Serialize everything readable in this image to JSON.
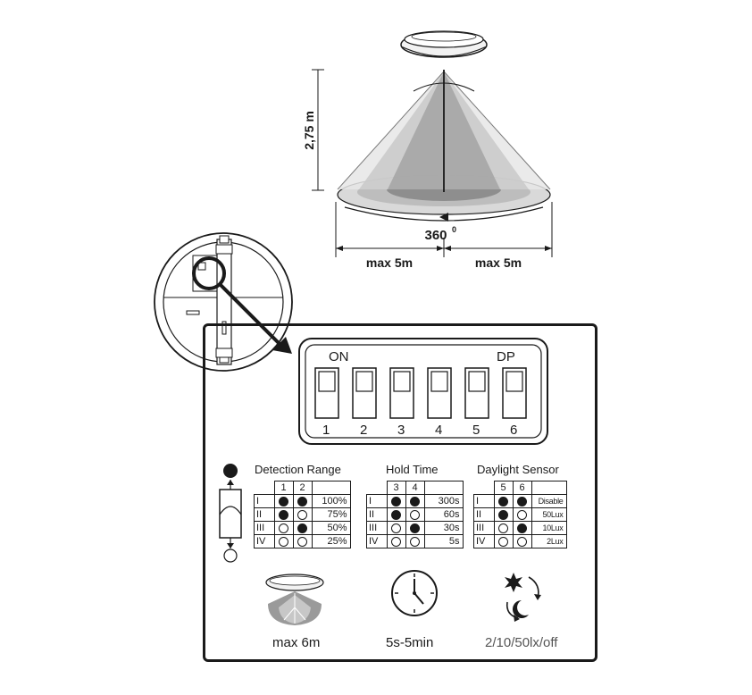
{
  "diagram": {
    "height_label": "2,75 m",
    "angle_label": "360",
    "angle_sup": "0",
    "left_range_label": "max 5m",
    "right_range_label": "max 5m"
  },
  "dip_switch": {
    "on_label": "ON",
    "dp_label": "DP",
    "numbers": [
      "1",
      "2",
      "3",
      "4",
      "5",
      "6"
    ]
  },
  "settings": {
    "detection": {
      "title": "Detection Range",
      "cols": [
        "1",
        "2"
      ],
      "rows": [
        {
          "roman": "I",
          "dots": [
            true,
            true
          ],
          "value": "100%"
        },
        {
          "roman": "II",
          "dots": [
            true,
            false
          ],
          "value": "75%"
        },
        {
          "roman": "III",
          "dots": [
            false,
            true
          ],
          "value": "50%"
        },
        {
          "roman": "IV",
          "dots": [
            false,
            false
          ],
          "value": "25%"
        }
      ]
    },
    "hold": {
      "title": "Hold Time",
      "cols": [
        "3",
        "4"
      ],
      "rows": [
        {
          "roman": "I",
          "dots": [
            true,
            true
          ],
          "value": "300s"
        },
        {
          "roman": "II",
          "dots": [
            true,
            false
          ],
          "value": "60s"
        },
        {
          "roman": "III",
          "dots": [
            false,
            true
          ],
          "value": "30s"
        },
        {
          "roman": "IV",
          "dots": [
            false,
            false
          ],
          "value": "5s"
        }
      ]
    },
    "daylight": {
      "title": "Daylight Sensor",
      "cols": [
        "5",
        "6"
      ],
      "rows": [
        {
          "roman": "I",
          "dots": [
            true,
            true
          ],
          "value": "Disable"
        },
        {
          "roman": "II",
          "dots": [
            true,
            false
          ],
          "value": "50Lux"
        },
        {
          "roman": "III",
          "dots": [
            false,
            true
          ],
          "value": "10Lux"
        },
        {
          "roman": "IV",
          "dots": [
            false,
            false
          ],
          "value": "2Lux"
        }
      ]
    }
  },
  "captions": {
    "range": "max 6m",
    "time": "5s-5min",
    "lux": "2/10/50lx/off"
  },
  "icons": [
    "ceiling-lamp-icon",
    "sensor-cone-icon",
    "switch-position-icon",
    "dial-clock-icon",
    "sun-moon-cycle-icon"
  ]
}
